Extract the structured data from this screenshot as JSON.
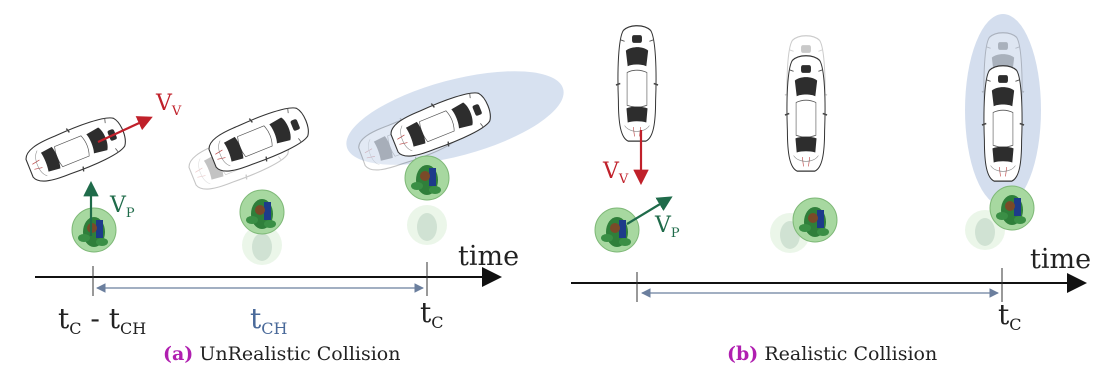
{
  "panel_a": {
    "caption_tag": "(a)",
    "caption_text": "UnRealistic Collision",
    "vehicle_velocity_label": "V",
    "vehicle_velocity_sub": "V",
    "pedestrian_velocity_label": "V",
    "pedestrian_velocity_sub": "P",
    "time_label": "time",
    "tick_left_main": "t",
    "tick_left_sub": "C",
    "tick_left_minus": " - ",
    "tick_left_main2": "t",
    "tick_left_sub2": "CH",
    "interval_main": "t",
    "interval_sub": "CH",
    "tick_right_main": "t",
    "tick_right_sub": "C"
  },
  "panel_b": {
    "caption_tag": "(b)",
    "caption_text": "Realistic Collision",
    "vehicle_velocity_label": "V",
    "vehicle_velocity_sub": "V",
    "pedestrian_velocity_label": "V",
    "pedestrian_velocity_sub": "P",
    "time_label": "time",
    "tick_right_main": "t",
    "tick_right_sub": "C"
  },
  "colors": {
    "vehicle_velocity": "#c0202a",
    "pedestrian_velocity": "#1f6b4a",
    "interval_text": "#4a6a9a",
    "caption_tag": "#b01fb0",
    "collision_ellipse": "#6f93c8",
    "pedestrian_circle": "#a7d8a0",
    "pedestrian_body": "#2f7f3a",
    "car_body": "#ffffff",
    "car_glass": "#2d2d2d"
  }
}
